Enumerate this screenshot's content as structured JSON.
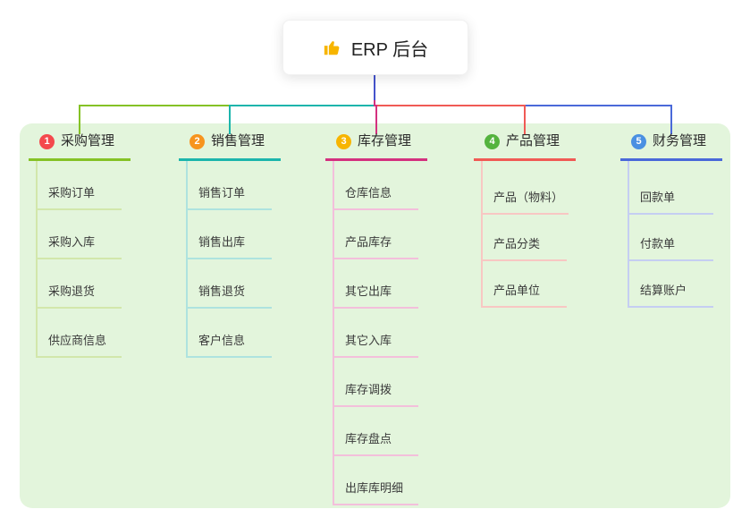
{
  "root": {
    "icon": "thumbs-up-icon",
    "label": "ERP 后台"
  },
  "branches": [
    {
      "num": "1",
      "label": "采购管理",
      "color": "#85c226",
      "child_line_color": "#d2e7ab",
      "badge_color": "#f4494d",
      "children": [
        "采购订单",
        "采购入库",
        "采购退货",
        "供应商信息"
      ]
    },
    {
      "num": "2",
      "label": "销售管理",
      "color": "#1cb5ac",
      "child_line_color": "#aee3df",
      "badge_color": "#f7941e",
      "children": [
        "销售订单",
        "销售出库",
        "销售退货",
        "客户信息"
      ]
    },
    {
      "num": "3",
      "label": "库存管理",
      "color": "#d4317f",
      "child_line_color": "#f3bfdb",
      "badge_color": "#f7b500",
      "children": [
        "仓库信息",
        "产品库存",
        "其它出库",
        "其它入库",
        "库存调拨",
        "库存盘点",
        "出库库明细"
      ]
    },
    {
      "num": "4",
      "label": "产品管理",
      "color": "#f05a55",
      "child_line_color": "#f8c7c3",
      "badge_color": "#54b33e",
      "children": [
        "产品（物料）",
        "产品分类",
        "产品单位"
      ]
    },
    {
      "num": "5",
      "label": "财务管理",
      "color": "#4a69d9",
      "child_line_color": "#c5cef2",
      "badge_color": "#4a90e2",
      "children": [
        "回款单",
        "付款单",
        "结算账户"
      ]
    }
  ],
  "colors": {
    "background_panel": "#e3f5dc",
    "root_stem": "#4553cc",
    "thumb_icon": "#f7b500"
  }
}
